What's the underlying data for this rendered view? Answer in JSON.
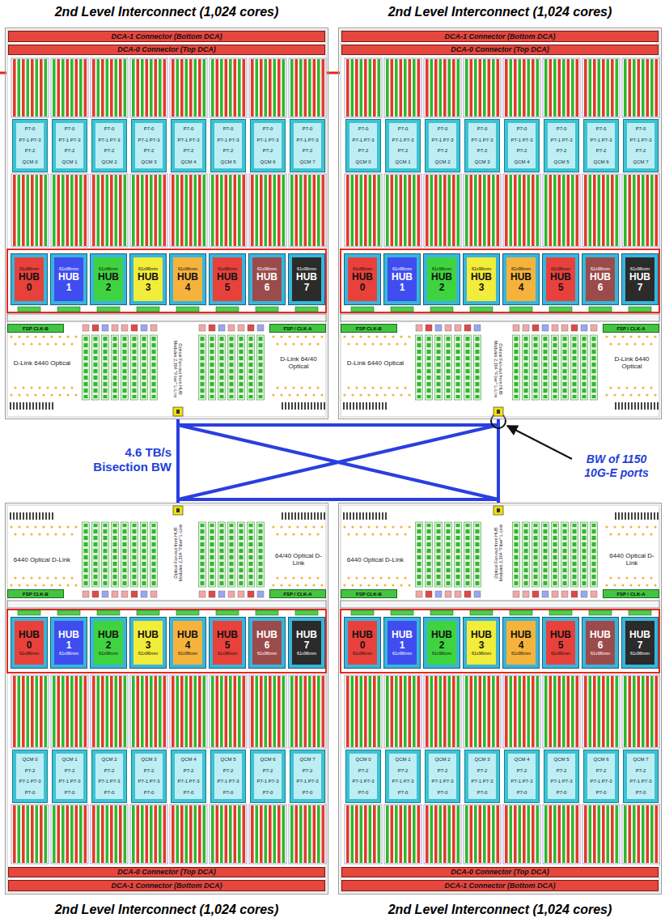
{
  "diagram": {
    "nodes": [
      {
        "text": [
          "2nd Level Interconnect (1,024 cores)"
        ]
      },
      {
        "text": [
          "DCA-1 Connector (Bottom DCA)"
        ],
        "in": 0
      },
      {
        "text": [
          "DCA-0 Connector (Top DCA)"
        ],
        "in": 0
      },
      {
        "text": [
          "P7-0",
          "P7-1 P7-3",
          "P7-2",
          "QCM 0"
        ],
        "in": 0
      },
      {
        "text": [
          "P7-0",
          "P7-1 P7-3",
          "P7-2",
          "QCM 1"
        ],
        "in": 0
      },
      {
        "text": [
          "P7-0",
          "P7-1 P7-3",
          "P7-2",
          "QCM 2"
        ],
        "in": 0
      },
      {
        "text": [
          "P7-0",
          "P7-1 P7-3",
          "P7-2",
          "QCM 3"
        ],
        "in": 0
      },
      {
        "text": [
          "P7-0",
          "P7-1 P7-3",
          "P7-2",
          "QCM 4"
        ],
        "in": 0
      },
      {
        "text": [
          "P7-0",
          "P7-1 P7-3",
          "P7-2",
          "QCM 5"
        ],
        "in": 0
      },
      {
        "text": [
          "P7-0",
          "P7-1 P7-3",
          "P7-2",
          "QCM 6"
        ],
        "in": 0
      },
      {
        "text": [
          "P7-0",
          "P7-1 P7-3",
          "P7-2",
          "QCM 7"
        ],
        "in": 0
      },
      {
        "text": [
          "61x96mm",
          "HUB 0"
        ],
        "in": 0
      },
      {
        "text": [
          "61x96mm",
          "HUB 1"
        ],
        "in": 0
      },
      {
        "text": [
          "61x96mm",
          "HUB 2"
        ],
        "in": 0
      },
      {
        "text": [
          "61x96mm",
          "HUB 3"
        ],
        "in": 0
      },
      {
        "text": [
          "61x96mm",
          "HUB 4"
        ],
        "in": 0
      },
      {
        "text": [
          "61x96mm",
          "HUB 5"
        ],
        "in": 0
      },
      {
        "text": [
          "61x96mm",
          "HUB 6"
        ],
        "in": 0
      },
      {
        "text": [
          "61x96mm",
          "HUB 7"
        ],
        "in": 0
      },
      {
        "text": [
          "FSP CLK-B"
        ],
        "in": 0
      },
      {
        "text": [
          "FSP / CLK-A"
        ],
        "in": 0
      },
      {
        "text": [
          "2nd Level Interconnect (1,024 cores)"
        ]
      },
      {
        "text": [
          "DCA-1 Connector (Bottom DCA)"
        ],
        "in": 21
      },
      {
        "text": [
          "DCA-0 Connector (Top DCA)"
        ],
        "in": 21
      },
      {
        "text": [
          "P7-0",
          "P7-1 P7-3",
          "P7-2",
          "QCM 0"
        ],
        "in": 21
      },
      {
        "text": [
          "P7-0",
          "P7-1 P7-3",
          "P7-2",
          "QCM 1"
        ],
        "in": 21
      },
      {
        "text": [
          "P7-0",
          "P7-1 P7-3",
          "P7-2",
          "QCM 2"
        ],
        "in": 21
      },
      {
        "text": [
          "P7-0",
          "P7-1 P7-3",
          "P7-2",
          "QCM 3"
        ],
        "in": 21
      },
      {
        "text": [
          "P7-0",
          "P7-1 P7-3",
          "P7-2",
          "QCM 4"
        ],
        "in": 21
      },
      {
        "text": [
          "P7-0",
          "P7-1 P7-3",
          "P7-2",
          "QCM 5"
        ],
        "in": 21
      },
      {
        "text": [
          "P7-0",
          "P7-1 P7-3",
          "P7-2",
          "QCM 6"
        ],
        "in": 21
      },
      {
        "text": [
          "P7-0",
          "P7-1 P7-3",
          "P7-2",
          "QCM 7"
        ],
        "in": 21
      },
      {
        "text": [
          "61x96mm",
          "HUB 0"
        ],
        "in": 21
      },
      {
        "text": [
          "61x96mm",
          "HUB 1"
        ],
        "in": 21
      },
      {
        "text": [
          "61x96mm",
          "HUB 2"
        ],
        "in": 21
      },
      {
        "text": [
          "61x96mm",
          "HUB 3"
        ],
        "in": 21
      },
      {
        "text": [
          "61x96mm",
          "HUB 4"
        ],
        "in": 21
      },
      {
        "text": [
          "61x96mm",
          "HUB 5"
        ],
        "in": 21
      },
      {
        "text": [
          "61x96mm",
          "HUB 6"
        ],
        "in": 21
      },
      {
        "text": [
          "61x96mm",
          "HUB 7"
        ],
        "in": 21
      },
      {
        "text": [
          "FSP CLK-B"
        ],
        "in": 21
      },
      {
        "text": [
          "FSP / CLK-A"
        ],
        "in": 21
      },
      {
        "text": [
          "2nd Level Interconnect (1,024 cores)"
        ]
      },
      {
        "text": [
          "FSP CLK-B"
        ],
        "in": 42
      },
      {
        "text": [
          "FSP / CLK-A"
        ],
        "in": 42
      },
      {
        "text": [
          "HUB 0",
          "61x96mm"
        ],
        "in": 42
      },
      {
        "text": [
          "HUB 1",
          "61x96mm"
        ],
        "in": 42
      },
      {
        "text": [
          "HUB 2",
          "61x96mm"
        ],
        "in": 42
      },
      {
        "text": [
          "HUB 3",
          "61x96mm"
        ],
        "in": 42
      },
      {
        "text": [
          "HUB 4",
          "61x96mm"
        ],
        "in": 42
      },
      {
        "text": [
          "HUB 5",
          "61x96mm"
        ],
        "in": 42
      },
      {
        "text": [
          "HUB 6",
          "61x96mm"
        ],
        "in": 42
      },
      {
        "text": [
          "HUB 7",
          "61x96mm"
        ],
        "in": 42
      },
      {
        "text": [
          "QCM 0",
          "P7-2",
          "P7-1 P7-3",
          "P7-0"
        ],
        "in": 42
      },
      {
        "text": [
          "QCM 1",
          "P7-2",
          "P7-1 P7-3",
          "P7-0"
        ],
        "in": 42
      },
      {
        "text": [
          "QCM 2",
          "P7-2",
          "P7-1 P7-3",
          "P7-0"
        ],
        "in": 42
      },
      {
        "text": [
          "QCM 3",
          "P7-2",
          "P7-1 P7-3",
          "P7-0"
        ],
        "in": 42
      },
      {
        "text": [
          "QCM 4",
          "P7-2",
          "P7-1 P7-3",
          "P7-0"
        ],
        "in": 42
      },
      {
        "text": [
          "QCM 5",
          "P7-2",
          "P7-1 P7-3",
          "P7-0"
        ],
        "in": 42
      },
      {
        "text": [
          "QCM 6",
          "P7-2",
          "P7-1 P7-3",
          "P7-0"
        ],
        "in": 42
      },
      {
        "text": [
          "QCM 7",
          "P7-2",
          "P7-1 P7-3",
          "P7-0"
        ],
        "in": 42
      },
      {
        "text": [
          "DCA-0 Connector (Top DCA)"
        ],
        "in": 42
      },
      {
        "text": [
          "DCA-1 Connector (Bottom DCA)"
        ],
        "in": 42
      },
      {
        "text": [
          "2nd Level Interconnect (1,024 cores)"
        ]
      },
      {
        "text": [
          "FSP CLK-B"
        ],
        "in": 63
      },
      {
        "text": [
          "FSP / CLK-A"
        ],
        "in": 63
      },
      {
        "text": [
          "HUB 0",
          "61x96mm"
        ],
        "in": 63
      },
      {
        "text": [
          "HUB 1",
          "61x96mm"
        ],
        "in": 63
      },
      {
        "text": [
          "HUB 2",
          "61x96mm"
        ],
        "in": 63
      },
      {
        "text": [
          "HUB 3",
          "61x96mm"
        ],
        "in": 63
      },
      {
        "text": [
          "HUB 4",
          "61x96mm"
        ],
        "in": 63
      },
      {
        "text": [
          "HUB 5",
          "61x96mm"
        ],
        "in": 63
      },
      {
        "text": [
          "HUB 6",
          "61x96mm"
        ],
        "in": 63
      },
      {
        "text": [
          "HUB 7",
          "61x96mm"
        ],
        "in": 63
      },
      {
        "text": [
          "QCM 0",
          "P7-2",
          "P7-1 P7-3",
          "P7-0"
        ],
        "in": 63
      },
      {
        "text": [
          "QCM 1",
          "P7-2",
          "P7-1 P7-3",
          "P7-0"
        ],
        "in": 63
      },
      {
        "text": [
          "QCM 2",
          "P7-2",
          "P7-1 P7-3",
          "P7-0"
        ],
        "in": 63
      },
      {
        "text": [
          "QCM 3",
          "P7-2",
          "P7-1 P7-3",
          "P7-0"
        ],
        "in": 63
      },
      {
        "text": [
          "QCM 4",
          "P7-2",
          "P7-1 P7-3",
          "P7-0"
        ],
        "in": 63
      },
      {
        "text": [
          "QCM 5",
          "P7-2",
          "P7-1 P7-3",
          "P7-0"
        ],
        "in": 63
      },
      {
        "text": [
          "QCM 6",
          "P7-2",
          "P7-1 P7-3",
          "P7-0"
        ],
        "in": 63
      },
      {
        "text": [
          "QCM 7",
          "P7-2",
          "P7-1 P7-3",
          "P7-0"
        ],
        "in": 63
      },
      {
        "text": [
          "DCA-0 Connector (Top DCA)"
        ],
        "in": 63
      },
      {
        "text": [
          "DCA-1 Connector (Bottom DCA)"
        ],
        "in": 63
      }
    ],
    "edges": [
      {
        "from": 0,
        "to": 21,
        "arrow": "none"
      },
      {
        "from": 0,
        "to": 42,
        "arrow": "none"
      },
      {
        "from": 0,
        "to": 63,
        "arrow": "none"
      },
      {
        "from": 21,
        "to": 42,
        "arrow": "none"
      },
      {
        "from": 21,
        "to": 63,
        "arrow": "none"
      },
      {
        "from": 42,
        "to": 63,
        "arrow": "none"
      }
    ],
    "labels": [
      "D-Link 6440 Optical",
      "Optical Fan-out from HUB Modules 2,304 \"Fiber\" L-Link",
      "D-Link 64/40 Optical",
      "D-Link 6440 Optical",
      "Optical Fan-out from HUB Modules 2,304 \"Fiber\" L-Link",
      "D-Link 6440 Optical",
      "4.6 TB/s Bisection BW",
      "BW of 1150 10G-E ports",
      "6440 Optical D-Link",
      "Optical Fan-out from HUB Modules 2,304 \"Fiber\" L-Link",
      "64/40 Optical D-Link",
      "6440 Optical D-Link",
      "Optical Fan-out from HUB Modules 2,304 \"Fiber\" L-Link",
      "6440 Optical D-Link"
    ]
  }
}
